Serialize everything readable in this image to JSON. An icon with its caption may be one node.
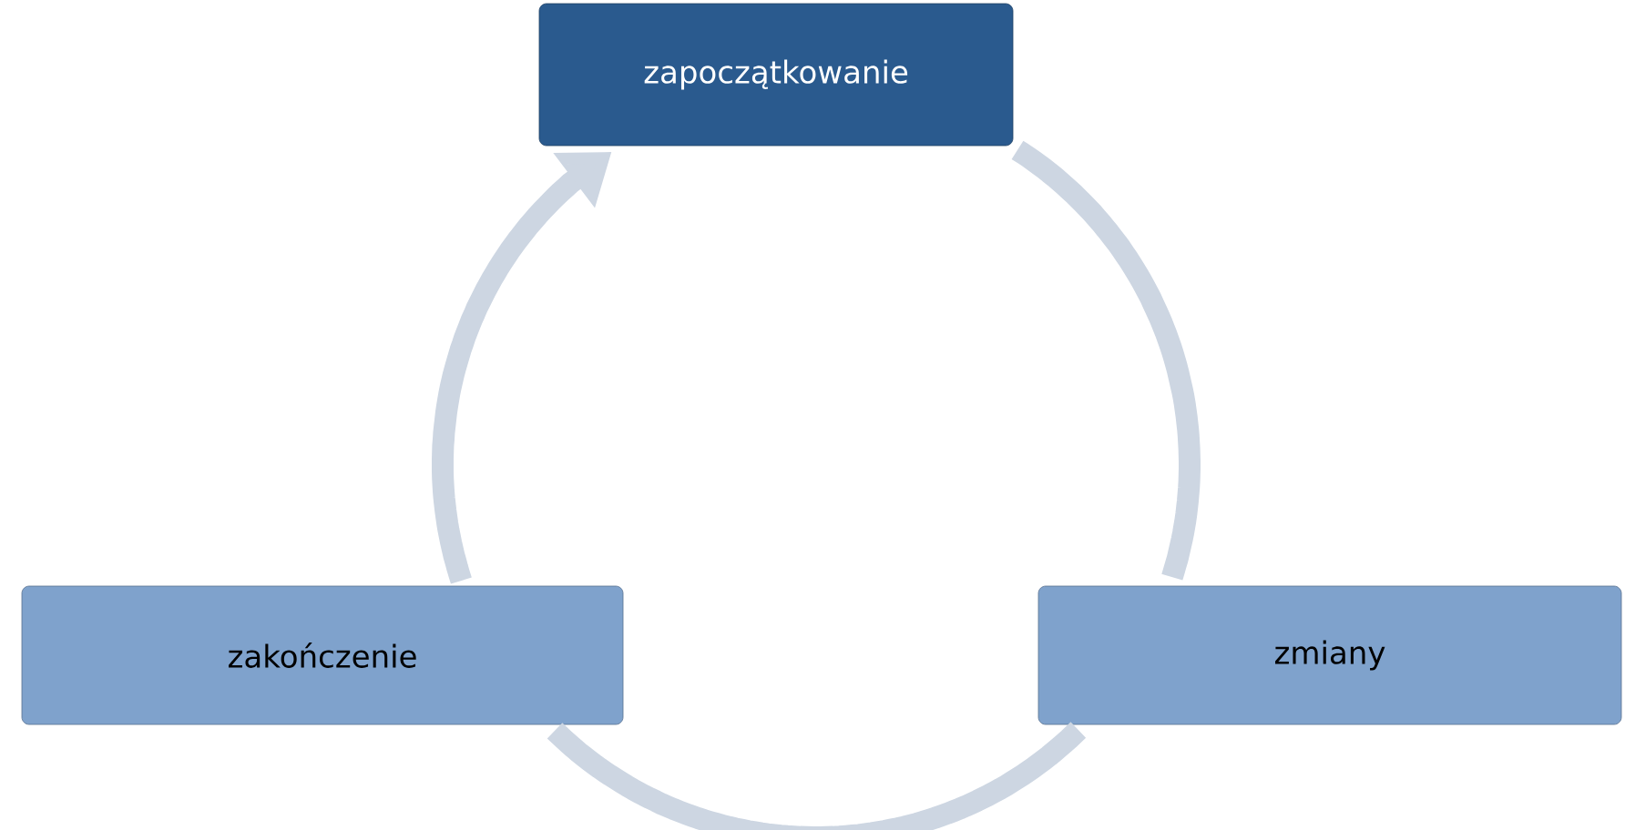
{
  "diagram": {
    "nodes": [
      {
        "text": [
          "zapoczątkowanie"
        ]
      },
      {
        "text": [
          "zmiany"
        ]
      },
      {
        "text": [
          "zakończenie"
        ]
      }
    ],
    "edges": [
      {
        "from": 0,
        "to": 1,
        "arrow": "none"
      },
      {
        "from": 1,
        "to": 2,
        "arrow": "none"
      },
      {
        "from": 2,
        "to": 0,
        "arrow": "to"
      }
    ]
  }
}
